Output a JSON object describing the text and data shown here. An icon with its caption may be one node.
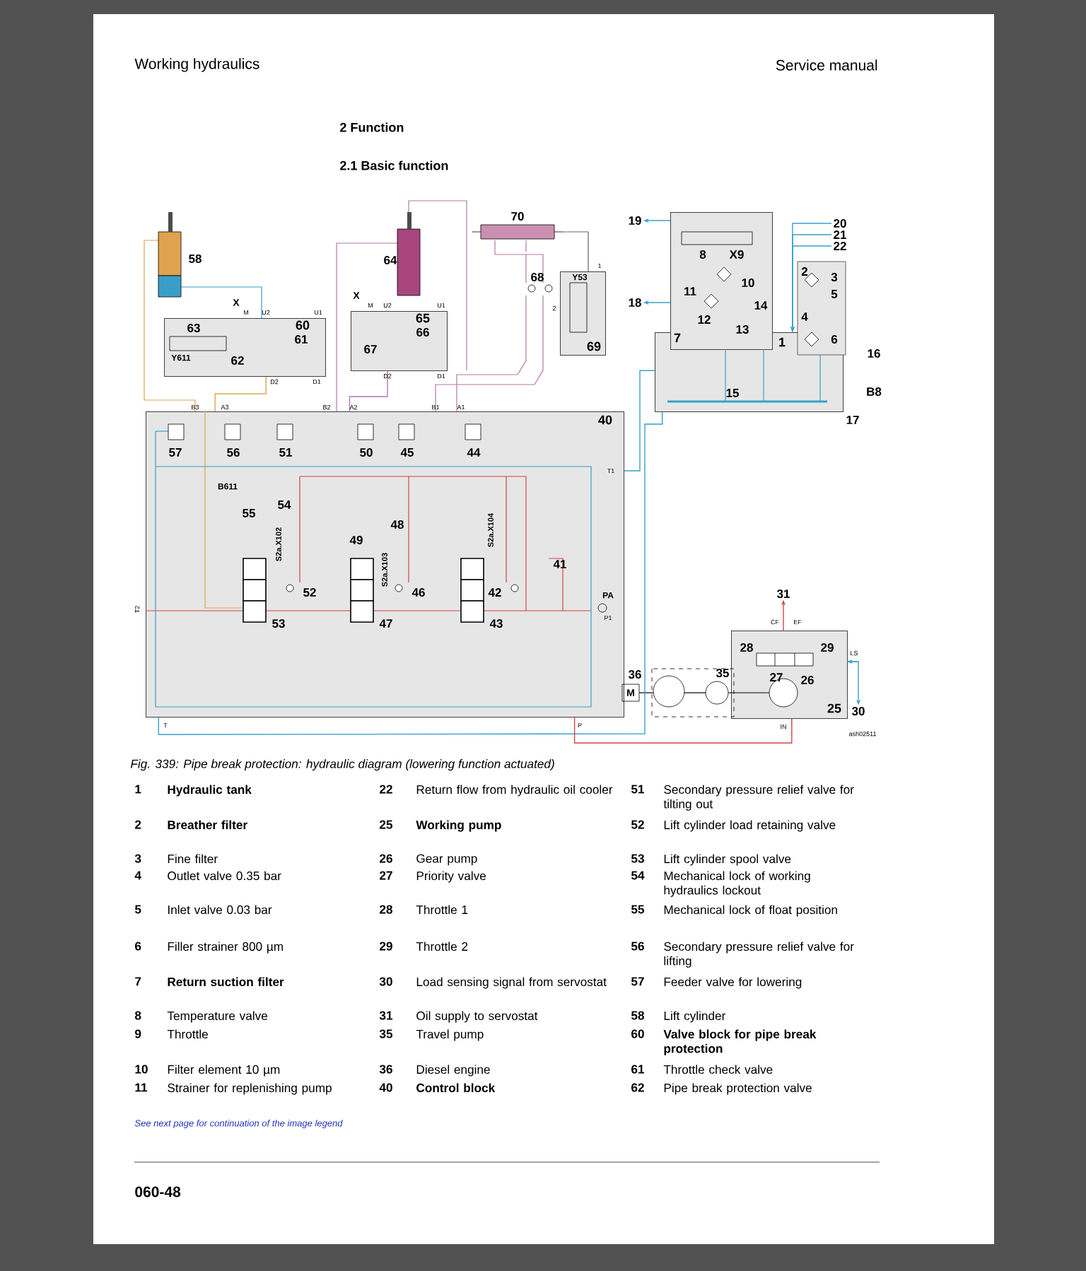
{
  "diagram": {
    "caption": "Fig. 339: Pipe break protection: hydraulic diagram (lowering function actuated)",
    "nodes": [
      {
        "text": [
          "60"
        ]
      },
      {
        "text": [
          "65"
        ]
      },
      {
        "text": [
          "69"
        ]
      },
      {
        "text": [
          "7"
        ]
      },
      {
        "text": [
          "1"
        ]
      },
      {
        "text": [
          "40"
        ]
      },
      {
        "text": [
          "25"
        ]
      },
      {
        "text": [
          "19"
        ]
      },
      {
        "text": [
          "18"
        ]
      },
      {
        "text": [
          "20"
        ]
      },
      {
        "text": [
          "21"
        ]
      },
      {
        "text": [
          "22"
        ]
      },
      {
        "text": [
          "31"
        ]
      },
      {
        "text": [
          "30"
        ]
      }
    ],
    "edges": [
      {
        "from": 3,
        "to": 7,
        "arrow": "to",
        "color": "#3a9fc8"
      },
      {
        "from": 3,
        "to": 8,
        "arrow": "to",
        "color": "#3a9fc8"
      },
      {
        "from": 9,
        "to": 4,
        "arrow": "to",
        "color": "#3a9fc8"
      },
      {
        "from": 10,
        "to": 4,
        "arrow": "to",
        "color": "#3a9fc8"
      },
      {
        "from": 11,
        "to": 4,
        "arrow": "to",
        "color": "#3a9fc8"
      },
      {
        "from": 6,
        "to": 12,
        "arrow": "to",
        "color": "#d24545"
      },
      {
        "from": 6,
        "to": 13,
        "arrow": "both",
        "color": "#3a9fc8"
      },
      {
        "from": 0,
        "to": 5,
        "arrow": "none",
        "color": "#e0a24e"
      },
      {
        "from": 1,
        "to": 5,
        "arrow": "none",
        "color": "#b07aa8"
      },
      {
        "from": 5,
        "to": 4,
        "arrow": "none",
        "color": "#3a9fc8"
      },
      {
        "from": 5,
        "to": 4,
        "arrow": "none",
        "color": "#3a9fc8"
      },
      {
        "from": 5,
        "to": 6,
        "arrow": "none",
        "color": "#d24545"
      }
    ],
    "labels": [
      "Working hydraulics",
      "Service manual",
      "2 Function",
      "2.1 Basic function",
      "58",
      "64",
      "70",
      "X",
      "M",
      "U2",
      "U1",
      "63",
      "61",
      "Y611",
      "62",
      "D2",
      "D1",
      "X",
      "M",
      "U2",
      "U1",
      "66",
      "67",
      "D2",
      "D1",
      "68",
      "Y53",
      "1",
      "2",
      "8",
      "X9",
      "11",
      "10",
      "14",
      "12",
      "13",
      "2",
      "3",
      "5",
      "4",
      "6",
      "16",
      "15",
      "B8",
      "17",
      "B3",
      "A3",
      "B2",
      "A2",
      "B1",
      "A1",
      "57",
      "56",
      "51",
      "50",
      "45",
      "44",
      "T1",
      "B611",
      "55",
      "54",
      "S2a.X102",
      "49",
      "48",
      "S2a.X103",
      "S2a.X104",
      "41",
      "52",
      "46",
      "42",
      "PA",
      "P1",
      "T2",
      "53",
      "47",
      "43",
      "T",
      "P",
      "CF",
      "EF",
      "28",
      "29",
      "27",
      "LS",
      "M",
      "36",
      "35",
      "26",
      "IN",
      "ash02511",
      "1",
      "Hydraulic tank",
      "22",
      "Return flow from hydraulic oil cooler",
      "51",
      "Secondary pressure relief valve for tilting out",
      "2",
      "Breather filter",
      "25",
      "Working pump",
      "52",
      "Lift cylinder load retaining valve",
      "3",
      "Fine filter",
      "26",
      "Gear pump",
      "53",
      "Lift cylinder spool valve",
      "4",
      "Outlet valve 0.35 bar",
      "27",
      "Priority valve",
      "54",
      "Mechanical lock of working hydraulics lockout",
      "5",
      "Inlet valve 0.03 bar",
      "28",
      "Throttle 1",
      "55",
      "Mechanical lock of float position",
      "6",
      "Filler strainer 800 µm",
      "29",
      "Throttle 2",
      "56",
      "Secondary pressure relief valve for lifting",
      "7",
      "Return suction filter",
      "30",
      "Load sensing signal from servostat",
      "57",
      "Feeder valve for lowering",
      "8",
      "Temperature valve",
      "31",
      "Oil supply to servostat",
      "58",
      "Lift cylinder",
      "9",
      "Throttle",
      "35",
      "Travel pump",
      "60",
      "Valve block for pipe break protection",
      "10",
      "Filter element 10 µm",
      "36",
      "Diesel engine",
      "61",
      "Throttle check valve",
      "11",
      "Strainer for replenishing pump",
      "40",
      "Control block",
      "62",
      "Pipe break protection valve",
      "See next page for continuation of the image legend",
      "060-48"
    ]
  }
}
